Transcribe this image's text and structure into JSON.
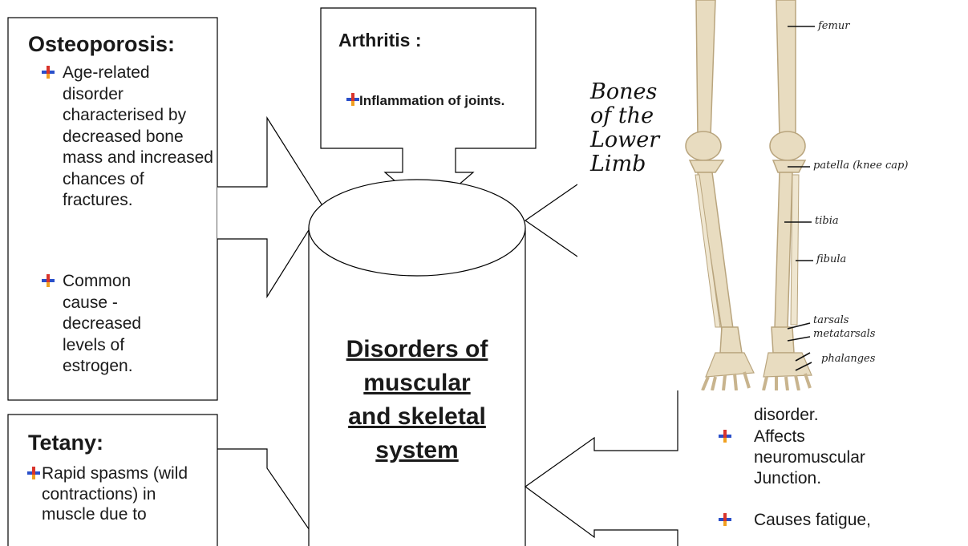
{
  "osteoporosis": {
    "title": "Osteoporosis:",
    "bullets": [
      "Age-related disorder characterised by decreased bone mass and increased chances of fractures.",
      "Common cause - decreased levels of estrogen."
    ]
  },
  "arthritis": {
    "title": "Arthritis :",
    "bullet": "Inflammation of joints."
  },
  "center": {
    "lines": [
      "Disorders of",
      "muscular",
      "and skeletal",
      "system"
    ]
  },
  "tetany": {
    "title": "Tetany:",
    "bullet": "Rapid spasms (wild contractions) in muscle due to"
  },
  "bone_image": {
    "heading": [
      "Bones",
      "of the",
      "Lower",
      "Limb"
    ],
    "labels": [
      "femur",
      "patella (knee cap)",
      "tibia",
      "fibula",
      "tarsals",
      "metatarsals",
      "phalanges"
    ]
  },
  "right_box": {
    "fragment": "disorder.",
    "bullets": [
      "Affects neuromuscular Junction.",
      "Causes fatigue,"
    ]
  },
  "colors": {
    "line": "#000000",
    "bone": "#e8dcc0",
    "bone_shadow": "#b9a57e",
    "bullet_red": "#d9342b",
    "bullet_orange": "#f0a020",
    "bullet_blue": "#2a4fc9"
  }
}
